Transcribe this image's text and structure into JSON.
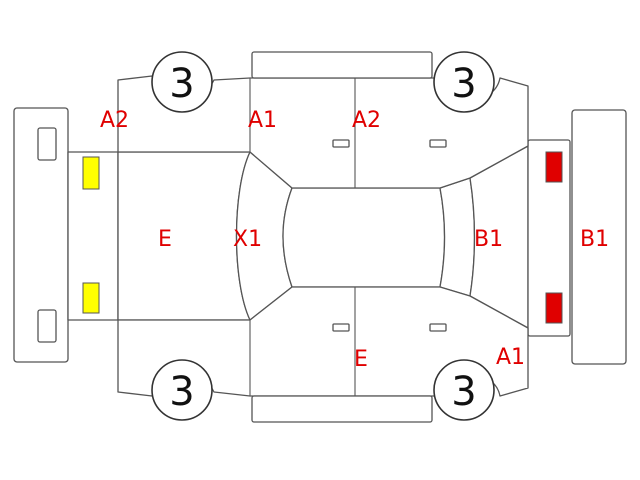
{
  "tires": {
    "front_left": "3",
    "front_right": "3",
    "rear_left": "3",
    "rear_right": "3"
  },
  "marks": {
    "top_rear_fender": "A2",
    "top_front_door": "A1",
    "top_rear_door": "A2",
    "rear_panel": "E",
    "rear_glass": "X1",
    "windshield": "B1",
    "front_bumper": "B1",
    "bottom_rear_door": "E",
    "bottom_front_fender": "A1"
  },
  "colors": {
    "mark_text": "#e00000",
    "rear_lamps": "#ffff00",
    "front_lamps": "#e00000"
  }
}
